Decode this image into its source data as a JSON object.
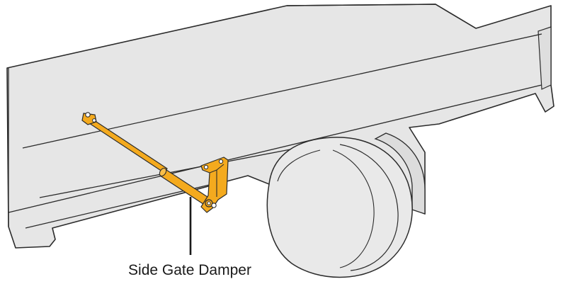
{
  "callout": {
    "label": "Side Gate Damper"
  },
  "colors": {
    "body_fill": "#e6e6e6",
    "body_stroke": "#2b2b2b",
    "damper_fill": "#f4aa1e",
    "damper_stroke": "#2b2b2b",
    "background": "#ffffff"
  },
  "parts": {
    "truck_bed": "truck-side-gate",
    "wheel": "rear-wheel",
    "damper": "gas-spring-damper",
    "bracket": "hinge-bracket"
  }
}
